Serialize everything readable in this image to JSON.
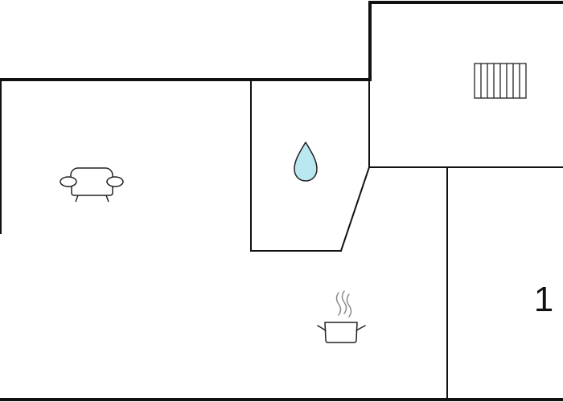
{
  "floorplan": {
    "rooms": [
      {
        "id": "living-room",
        "icon": "sofa-icon"
      },
      {
        "id": "bathroom",
        "icon": "water-drop-icon"
      },
      {
        "id": "heating-room",
        "icon": "radiator-icon"
      },
      {
        "id": "kitchen",
        "icon": "cooking-pot-icon"
      },
      {
        "id": "bedroom-1",
        "icon": "",
        "label": "1"
      }
    ],
    "colors": {
      "wall": "#111111",
      "water": "#b9e8f0",
      "icon_stroke": "#222222",
      "steam": "#8a8a8a",
      "background": "#ffffff"
    }
  }
}
